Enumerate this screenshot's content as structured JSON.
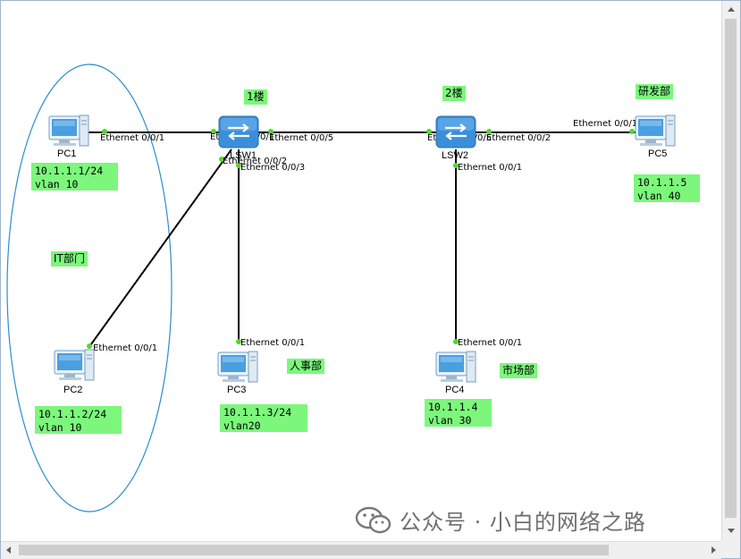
{
  "switches": [
    {
      "id": "sw1",
      "label": "LSW1"
    },
    {
      "id": "sw2",
      "label": "LSW2"
    }
  ],
  "pcs": [
    {
      "id": "pc1",
      "label": "PC1"
    },
    {
      "id": "pc2",
      "label": "PC2"
    },
    {
      "id": "pc3",
      "label": "PC3"
    },
    {
      "id": "pc4",
      "label": "PC4"
    },
    {
      "id": "pc5",
      "label": "PC5"
    }
  ],
  "ports": {
    "pc1_e1": "Ethernet 0/0/1",
    "sw1_e1": "Ethernet 0/0/1",
    "sw1_e5": "Ethernet 0/0/5",
    "sw1_e2": "Ethernet 0/0/2",
    "sw1_e3": "Ethernet 0/0/3",
    "sw2_e5": "Ethernet 0/0/5",
    "sw2_e2": "Ethernet 0/0/2",
    "sw2_e1": "Ethernet 0/0/1",
    "pc5_e1": "Ethernet 0/0/1",
    "pc2_e1": "Ethernet 0/0/1",
    "pc3_e1": "Ethernet 0/0/1",
    "pc4_e1": "Ethernet 0/0/1"
  },
  "notes": {
    "pc1": "10.1.1.1/24\nvlan 10",
    "pc2": "10.1.1.2/24\nvlan 10",
    "pc3": "10.1.1.3/24\nvlan20",
    "pc4": "10.1.1.4\nvlan 30",
    "pc5": "10.1.1.5\nvlan 40"
  },
  "tags": {
    "floor1": "1楼",
    "floor2": "2楼",
    "it": "IT部门",
    "hr": "人事部",
    "market": "市场部",
    "rd": "研发部"
  },
  "watermark": {
    "text": "公众号 · 小白的网络之路",
    "icon": "wechat-icon"
  },
  "colors": {
    "note_bg": "#7cf77c",
    "switch": "#3b8fd9",
    "pc": "#4a9fe0",
    "port_dot": "#55d62b",
    "ellipse": "#2c8fc9"
  }
}
